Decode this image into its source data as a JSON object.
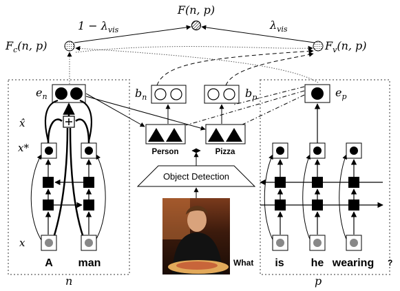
{
  "top": {
    "fusion": "F(n, p)",
    "weight_left": "1 − λ",
    "weight_left_sub": "vis",
    "weight_right": "λ",
    "weight_right_sub": "vis"
  },
  "left": {
    "score": "F",
    "score_sub": "c",
    "score_args": "(n, p)",
    "embedding": "e",
    "embedding_sub": "n",
    "x_hat": "x̂",
    "x_star": "x*",
    "x": "x",
    "words": [
      "A",
      "man"
    ],
    "group_label": "n"
  },
  "middle": {
    "box_n": "b",
    "box_n_sub": "n",
    "box_p": "b",
    "box_p_sub": "p",
    "detector": "Object Detection",
    "obj_person": "Person",
    "obj_pizza": "Pizza"
  },
  "right": {
    "score": "F",
    "score_sub": "v",
    "score_args": "(n, p)",
    "embedding": "e",
    "embedding_sub": "p",
    "lead_word": "What",
    "words": [
      "is",
      "he",
      "wearing"
    ],
    "trailing": "?",
    "group_label": "p"
  },
  "icons": [
    "fusion-node-icon",
    "score-node-icon",
    "plus-icon",
    "triangle-icon",
    "photo-icon"
  ]
}
